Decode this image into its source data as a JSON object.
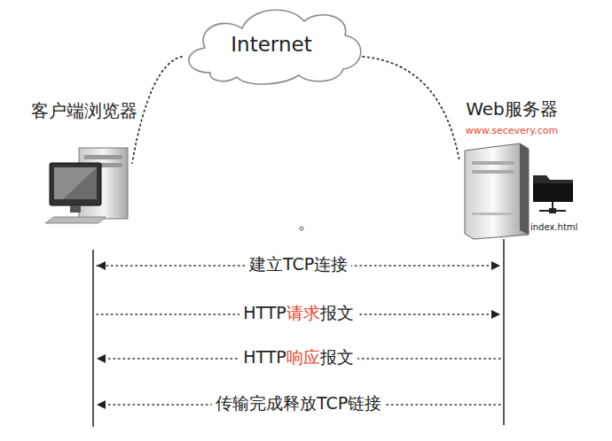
{
  "diagram": {
    "nodes": [
      {
        "text": [
          "Internet"
        ]
      },
      {
        "text": [
          "客户端浏览器"
        ]
      },
      {
        "text": [
          "Web服务器",
          "www.secevery.com"
        ]
      }
    ],
    "edges": [
      {
        "from": 0,
        "to": 1,
        "arrow": "none"
      },
      {
        "from": 0,
        "to": 2,
        "arrow": "none"
      },
      {
        "from": 1,
        "to": 2,
        "label": "建立TCP连接",
        "arrow": "both"
      },
      {
        "from": 1,
        "to": 2,
        "label": "HTTP请求报文",
        "arrow": "to"
      },
      {
        "from": 2,
        "to": 1,
        "label": "HTTP响应报文",
        "arrow": "to"
      },
      {
        "from": 2,
        "to": 1,
        "label": "传输完成释放TCP链接",
        "arrow": "to"
      }
    ],
    "labels": [
      "index.html"
    ]
  }
}
